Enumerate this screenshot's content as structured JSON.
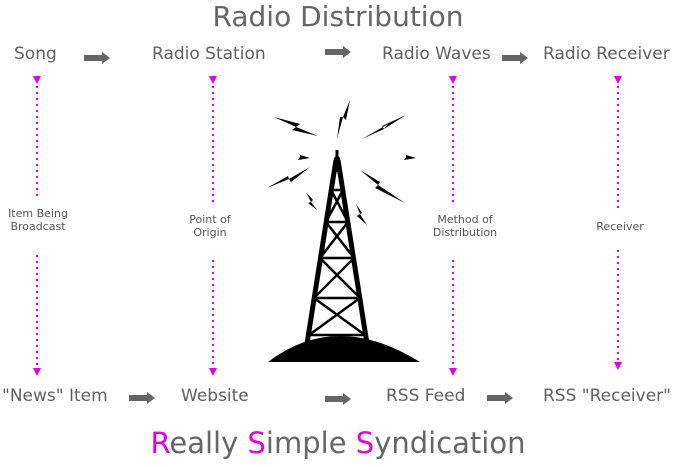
{
  "title": "Radio Distribution",
  "top_row": [
    "Song",
    "Radio Station",
    "Radio Waves",
    "Radio Receiver"
  ],
  "bottom_row": [
    "\"News\" Item",
    "Website",
    "RSS Feed",
    "RSS \"Receiver\""
  ],
  "middle_labels": [
    "Item Being Broadcast",
    "Point of Origin",
    "Method of Distribution",
    "Receiver"
  ],
  "bottom_title": {
    "parts": [
      {
        "letter": "R",
        "rest": "eally "
      },
      {
        "letter": "S",
        "rest": "imple "
      },
      {
        "letter": "S",
        "rest": "yndication"
      }
    ]
  },
  "colors": {
    "accent": "#e000e0",
    "text": "#606060",
    "arrow": "#666666",
    "tower": "#000000"
  },
  "icons": [
    "radio-tower-icon",
    "lightning-bolt-icon",
    "arrow-right-icon",
    "double-arrow-icon"
  ]
}
